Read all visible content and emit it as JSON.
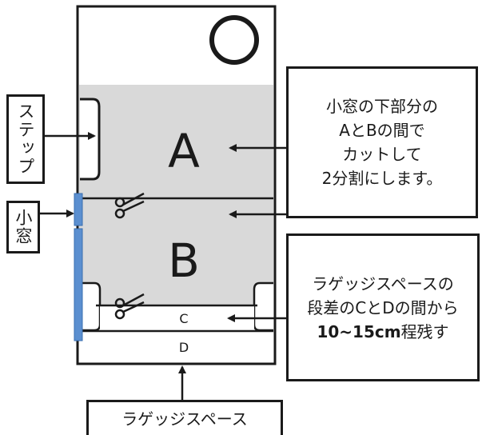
{
  "labels": {
    "region_a": "A",
    "region_b": "B",
    "region_c": "C",
    "region_d": "D"
  },
  "callouts": {
    "step": "ステップ",
    "small_window": "小窓",
    "luggage_space": "ラゲッジスペース",
    "cut_instruction": [
      "小窓の下部分の",
      "AとBの間で",
      "カットして",
      "2分割にします。"
    ],
    "leave_instruction": [
      "ラゲッジスペースの",
      "段差のCとDの間から",
      "10~15cm",
      "程残す"
    ]
  },
  "colors": {
    "outline": "#1a1a1a",
    "panel_fill": "#d9d9d9",
    "window_strip": "#5b8fd0"
  },
  "icons": {
    "scissors": "scissors-icon",
    "arrow": "arrow-icon"
  }
}
